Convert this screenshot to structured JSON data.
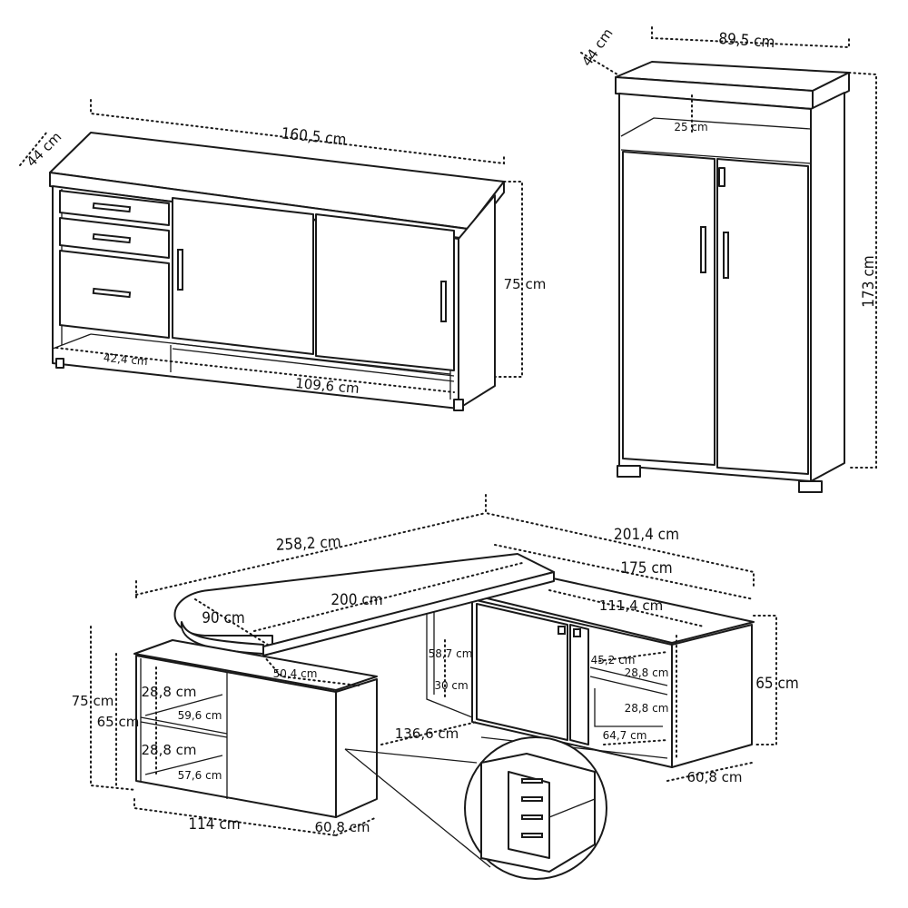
{
  "sideboard": {
    "width": "160,5 cm",
    "depth": "44 cm",
    "height": "75 cm",
    "drawer_section_width": "42,4 cm",
    "door_section_width": "109,6 cm"
  },
  "cabinet": {
    "width": "89,5 cm",
    "depth": "44 cm",
    "niche_height": "25 cm",
    "height": "173 cm"
  },
  "desk": {
    "total_length": "258,2 cm",
    "return_length_total": "201,4 cm",
    "return_length": "175 cm",
    "return_inner": "111,4 cm",
    "top_length": "200 cm",
    "top_depth": "90 cm",
    "pedestal_top_depth": "50,4 cm",
    "under_height": "58,7 cm",
    "under_depth": "30 cm",
    "under_width": "136,6 cm",
    "right_shelf_width": "45,2 cm",
    "right_shelf_height_1": "28,8 cm",
    "right_shelf_height_2": "28,8 cm",
    "right_bottom_width": "64,7 cm",
    "return_height": "65 cm",
    "return_depth": "60,8 cm",
    "desk_height": "75 cm",
    "pedestal_height": "65 cm",
    "left_shelf_height_1": "28,8 cm",
    "left_shelf_width_1": "59,6 cm",
    "left_shelf_height_2": "28,8 cm",
    "left_shelf_width_2": "57,6 cm",
    "pedestal_width": "114 cm",
    "pedestal_depth": "60,8 cm"
  },
  "colors": {
    "line": "#1a1a1a",
    "background": "#ffffff"
  }
}
